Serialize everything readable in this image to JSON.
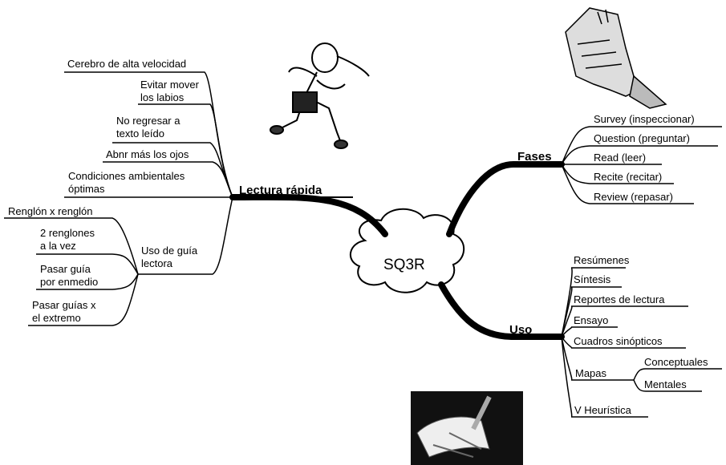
{
  "center": "SQ3R",
  "branches": {
    "lectura": {
      "title": "Lectura rápida",
      "items": [
        "Cerebro de alta velocidad",
        "Evitar mover\nlos labios",
        "No regresar a\ntexto leído",
        "Abnr más los ojos",
        "Condiciones ambientales\nóptimas"
      ],
      "guia": {
        "title": "Uso de guía\nlectora",
        "items": [
          "Renglón x renglón",
          "2 renglones\na la vez",
          "Pasar guía\npor enmedio",
          "Pasar guías x\nel extremo"
        ]
      }
    },
    "fases": {
      "title": "Fases",
      "items": [
        "Survey (inspeccionar)",
        "Question (preguntar)",
        "Read (leer)",
        "Recite (recitar)",
        "Review (repasar)"
      ]
    },
    "uso": {
      "title": "Uso",
      "items": [
        "Resúmenes",
        "Síntesis",
        "Reportes de lectura",
        "Ensayo",
        "Cuadros sinópticos"
      ],
      "mapas": {
        "title": "Mapas",
        "items": [
          "Conceptuales",
          "Mentales"
        ]
      },
      "last": "V Heurística"
    }
  },
  "clipart": [
    "runner-girl-icon",
    "rolled-papers-icon",
    "quill-scroll-icon"
  ]
}
